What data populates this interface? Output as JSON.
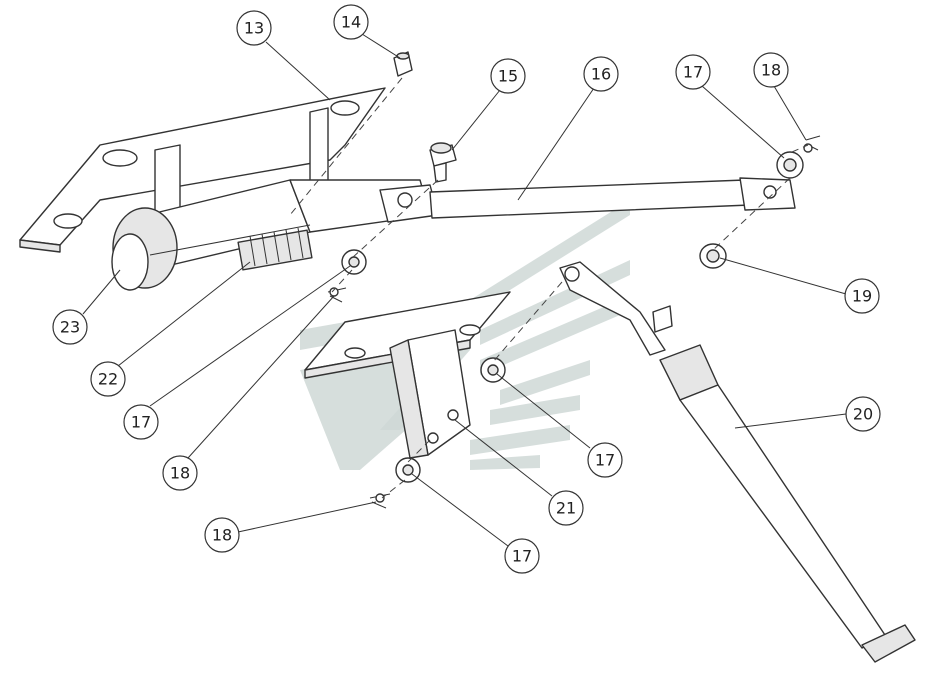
{
  "callouts": [
    {
      "id": "c13",
      "label": "13"
    },
    {
      "id": "c14",
      "label": "14"
    },
    {
      "id": "c15",
      "label": "15"
    },
    {
      "id": "c16",
      "label": "16"
    },
    {
      "id": "c17a",
      "label": "17"
    },
    {
      "id": "c18a",
      "label": "18"
    },
    {
      "id": "c19",
      "label": "19"
    },
    {
      "id": "c20",
      "label": "20"
    },
    {
      "id": "c23",
      "label": "23"
    },
    {
      "id": "c22",
      "label": "22"
    },
    {
      "id": "c17b",
      "label": "17"
    },
    {
      "id": "c18b",
      "label": "18"
    },
    {
      "id": "c17c",
      "label": "17"
    },
    {
      "id": "c21",
      "label": "21"
    },
    {
      "id": "c18c",
      "label": "18"
    },
    {
      "id": "c17d",
      "label": "17"
    }
  ],
  "colors": {
    "line": "#333333",
    "background": "#ffffff",
    "watermark": "#cfd8d6"
  }
}
